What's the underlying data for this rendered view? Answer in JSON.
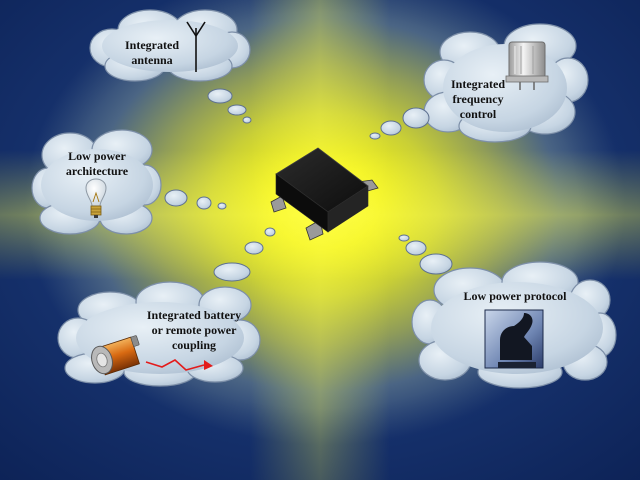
{
  "clouds": {
    "antenna": {
      "label": "Integrated\nantenna",
      "icon": "antenna-icon"
    },
    "frequency": {
      "label": "Integrated\nfrequency\ncontrol",
      "icon": "crystal-oscillator-icon"
    },
    "architecture": {
      "label": "Low power\narchitecture",
      "icon": "light-bulb-icon"
    },
    "battery": {
      "label": "Integrated battery\nor remote power\ncoupling",
      "icon": "battery-icon"
    },
    "protocol": {
      "label": "Low power protocol",
      "icon": "thinker-statue-icon"
    }
  },
  "center": {
    "icon": "sot23-chip-icon"
  },
  "colors": {
    "cloud_fill": "#cbd9e6",
    "cloud_stroke": "#7d8fa8",
    "glow": "#ffff33",
    "background_edge": "#17336f",
    "arrow": "#e31b1b"
  }
}
